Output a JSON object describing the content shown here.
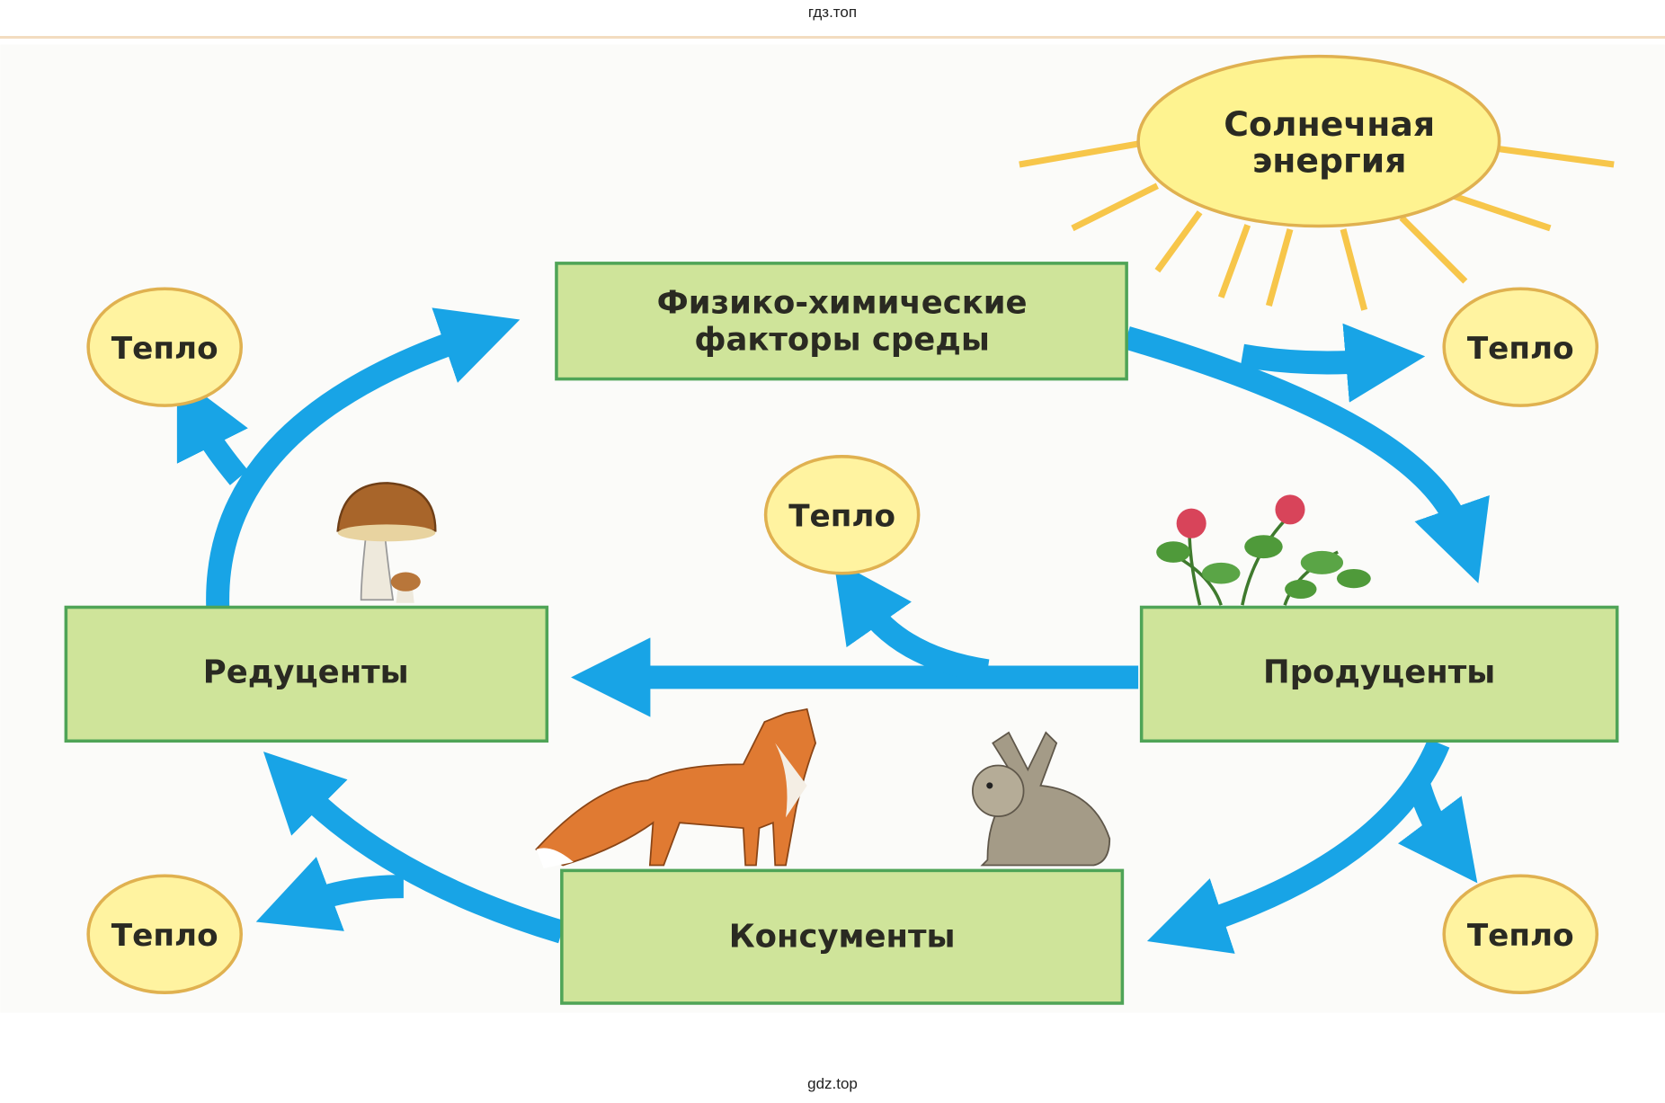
{
  "header": {
    "site": "гдз.топ"
  },
  "footer": {
    "site": "gdz.top"
  },
  "diagram": {
    "sun": {
      "line1": "Солнечная",
      "line2": "энергия"
    },
    "nodes": {
      "factors": {
        "line1": "Физико-химические",
        "line2": "факторы среды"
      },
      "reducers": "Редуценты",
      "producers": "Продуценты",
      "consumers": "Консументы"
    },
    "heat": [
      "Тепло",
      "Тепло",
      "Тепло",
      "Тепло",
      "Тепло"
    ],
    "colors": {
      "arrow": "#18a4e6",
      "box": "#cfe49a",
      "heat": "#fff3a0"
    }
  }
}
